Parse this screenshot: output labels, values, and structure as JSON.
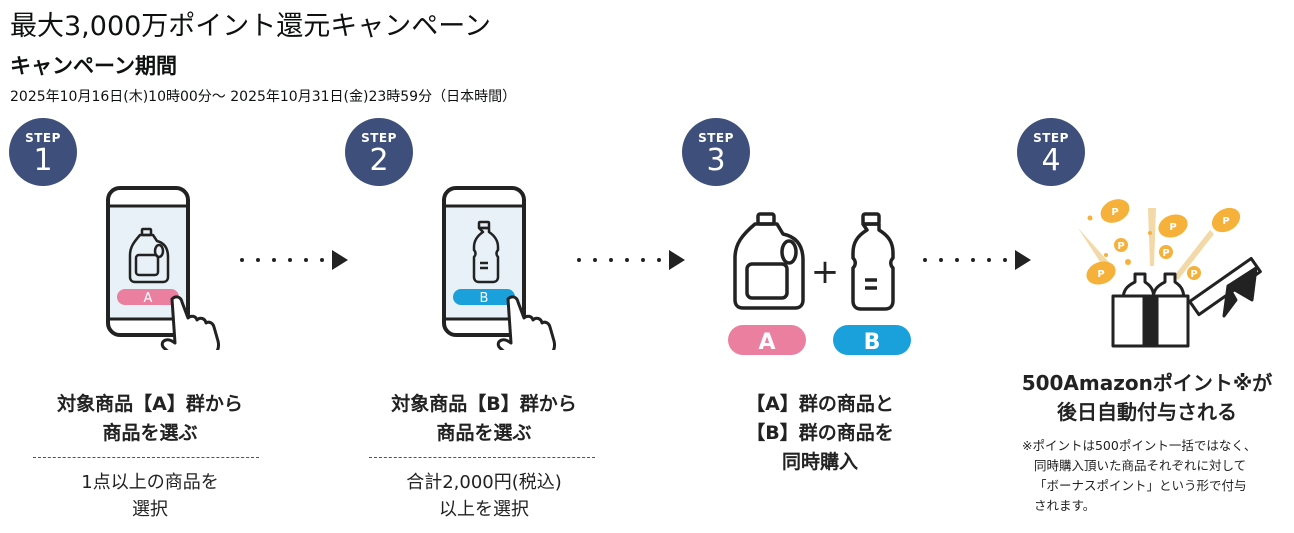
{
  "header": {
    "title": "最大3,000万ポイント還元キャンペーン",
    "subtitle": "キャンペーン期間",
    "period": "2025年10月16日(木)10時00分～ 2025年10月31日(金)23時59分（日本時間）"
  },
  "colors": {
    "badge": "#3d4f7a",
    "group_a": "#ea7fa0",
    "group_b": "#1aa0db",
    "coin": "#f5b13a"
  },
  "steps": [
    {
      "label": "STEP",
      "number": "1",
      "tag": "A",
      "caption_lines": [
        "対象商品【A】群から",
        "商品を選ぶ"
      ],
      "detail_lines": [
        "1点以上の商品を",
        "選択"
      ]
    },
    {
      "label": "STEP",
      "number": "2",
      "tag": "B",
      "caption_lines": [
        "対象商品【B】群から",
        "商品を選ぶ"
      ],
      "detail_lines": [
        "合計2,000円(税込)",
        "以上を選択"
      ]
    },
    {
      "label": "STEP",
      "number": "3",
      "tags": [
        "A",
        "B"
      ],
      "plus": "+",
      "caption_lines": [
        "【A】群の商品と",
        "【B】群の商品を",
        "同時購入"
      ]
    },
    {
      "label": "STEP",
      "number": "4",
      "coin_letter": "P",
      "caption_lines": [
        "500Amazonポイント※が",
        "後日自動付与される"
      ],
      "note_lines": [
        "※ポイントは500ポイント一括ではなく、",
        "同時購入頂いた商品それぞれに対して",
        "「ボーナスポイント」という形で付与",
        "されます。"
      ]
    }
  ]
}
